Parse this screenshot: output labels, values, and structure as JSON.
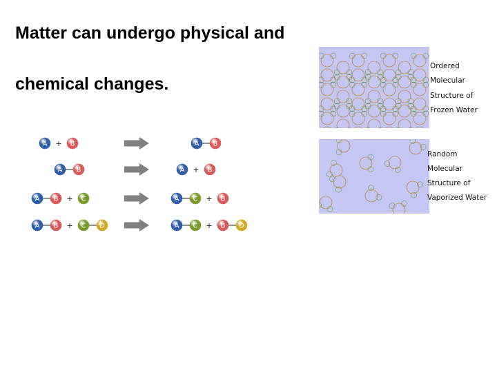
{
  "title": {
    "line1": "Matter can undergo physical and",
    "line2": "chemical changes."
  },
  "colors": {
    "atom_A": "#2f5fa8",
    "atom_B": "#d85a5a",
    "atom_C": "#7a9a2a",
    "atom_D": "#d4a520",
    "arrow": "#808080",
    "panel_bg": "#c6c6f2",
    "oxygen": "#f0b520",
    "hydrogen": "#8ad24a"
  },
  "reactions": [
    {
      "reactants": [
        [
          "A"
        ],
        [
          "B"
        ]
      ],
      "products": [
        [
          "A",
          "B"
        ]
      ]
    },
    {
      "reactants": [
        [
          "A",
          "B"
        ]
      ],
      "products": [
        [
          "A"
        ],
        [
          "B"
        ]
      ]
    },
    {
      "reactants": [
        [
          "A",
          "B"
        ],
        [
          "C"
        ]
      ],
      "products": [
        [
          "A",
          "C"
        ],
        [
          "B"
        ]
      ]
    },
    {
      "reactants": [
        [
          "A",
          "B"
        ],
        [
          "C",
          "D"
        ]
      ],
      "products": [
        [
          "A",
          "C"
        ],
        [
          "B",
          "D"
        ]
      ]
    }
  ],
  "plus_sign": "+",
  "panels": {
    "frozen": {
      "label_lines": [
        "Ordered",
        "Molecular",
        "Structure of",
        "Frozen Water"
      ]
    },
    "vapor": {
      "label_lines": [
        "Random",
        "Molecular",
        "Structure of",
        "Vaporized Water"
      ]
    }
  }
}
